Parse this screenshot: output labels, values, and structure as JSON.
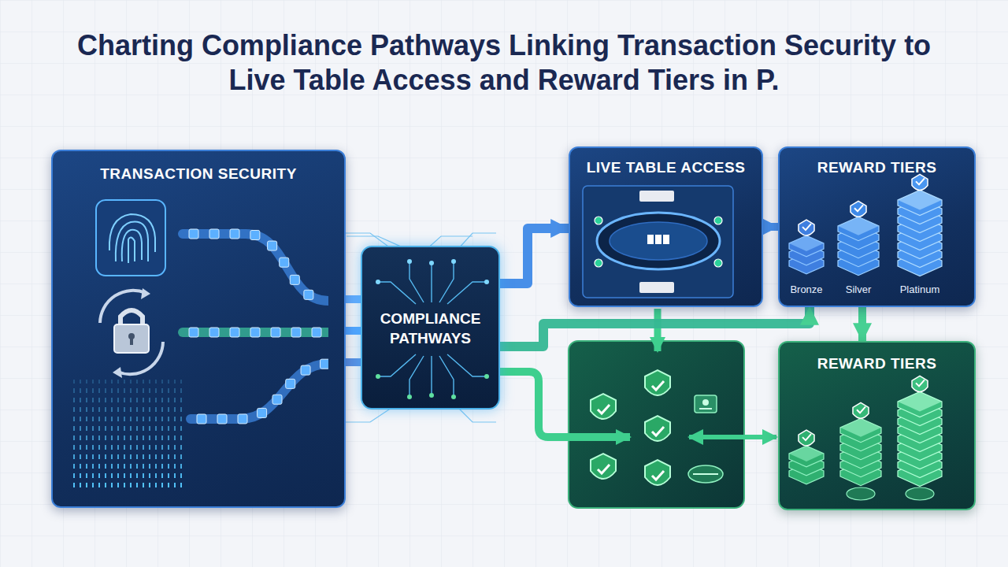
{
  "diagram": {
    "title": "Charting Compliance Pathways Linking Transaction Security to Live Table Access and Reward Tiers in P.",
    "nodes": [
      {
        "text": [
          "TRANSACTION SECURITY"
        ]
      },
      {
        "text": [
          "COMPLIANCE PATHWAYS"
        ]
      },
      {
        "text": [
          "LIVE TABLE ACCESS"
        ]
      },
      {
        "text": [
          "REWARD TIERS"
        ]
      },
      {
        "text": [
          "REWARD TIERS"
        ]
      }
    ],
    "edges": [
      {
        "from": 0,
        "to": 1,
        "arrow": "none"
      },
      {
        "from": 1,
        "to": 2,
        "arrow": "to"
      },
      {
        "from": 2,
        "to": 3,
        "arrow": "to"
      },
      {
        "from": 1,
        "to": 3,
        "arrow": "to"
      },
      {
        "from": 3,
        "to": 4,
        "arrow": "to"
      }
    ],
    "labels": [
      "Bronze",
      "Silver",
      "Platinum"
    ]
  }
}
